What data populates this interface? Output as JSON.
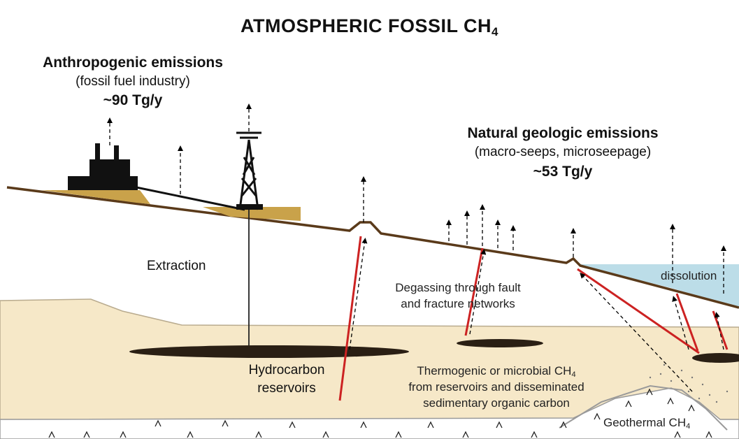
{
  "title": {
    "main": "ATMOSPHERIC FOSSIL CH",
    "sub": "4"
  },
  "anthropogenic": {
    "heading": "Anthropogenic emissions",
    "source": "(fossil fuel industry)",
    "flux": "~90 Tg/y"
  },
  "natural": {
    "heading": "Natural geologic emissions",
    "source": "(macro-seeps, microseepage)",
    "flux": "~53 Tg/y"
  },
  "labels": {
    "extraction": "Extraction",
    "degassing_line1": "Degassing through fault",
    "degassing_line2": "and fracture networks",
    "hydrocarbon_line1": "Hydrocarbon",
    "hydrocarbon_line2": "reservoirs",
    "thermo_line1_main": "Thermogenic or microbial CH",
    "thermo_line1_sub": "4",
    "thermo_line2": "from reservoirs and disseminated",
    "thermo_line3": "sedimentary organic carbon",
    "geothermal_main": "Geothermal CH",
    "geothermal_sub": "4",
    "dissolution": "dissolution"
  },
  "colors": {
    "ground_line": "#5a3a1a",
    "sediment": "#f6e8c8",
    "fault": "#cc2222",
    "water": "#bcdde8",
    "reservoir": "#2a1f14",
    "tailings": "#c9a24a"
  }
}
